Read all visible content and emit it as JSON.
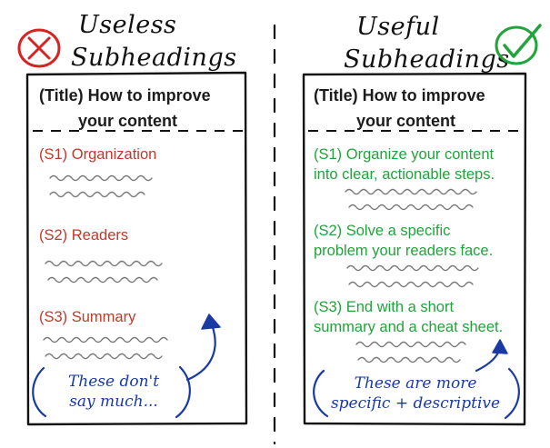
{
  "left": {
    "heading_line1": "Useless",
    "heading_line2": "Subheadings",
    "title_line1": "(Title) How to improve",
    "title_line2": "your content",
    "subheads": [
      "(S1) Organization",
      "(S2) Readers",
      "(S3) Summary"
    ],
    "note_line1": "These don't",
    "note_line2": "say much..."
  },
  "right": {
    "heading_line1": "Useful",
    "heading_line2": "Subheadings",
    "title_line1": "(Title) How to improve",
    "title_line2": "your content",
    "s1_line1": "(S1) Organize your content",
    "s1_line2": "into clear, actionable steps.",
    "s2_line1": "(S2) Solve a specific",
    "s2_line2": "problem your readers face.",
    "s3_line1": "(S3) End with a short",
    "s3_line2": "summary and a cheat sheet.",
    "note_line1": "These are more",
    "note_line2": "specific + descriptive"
  },
  "colors": {
    "bad": "#c0392b",
    "good": "#22a33b",
    "note": "#1a3aa3"
  },
  "icons": {
    "bad": "cross-circle-icon",
    "good": "check-circle-icon"
  }
}
